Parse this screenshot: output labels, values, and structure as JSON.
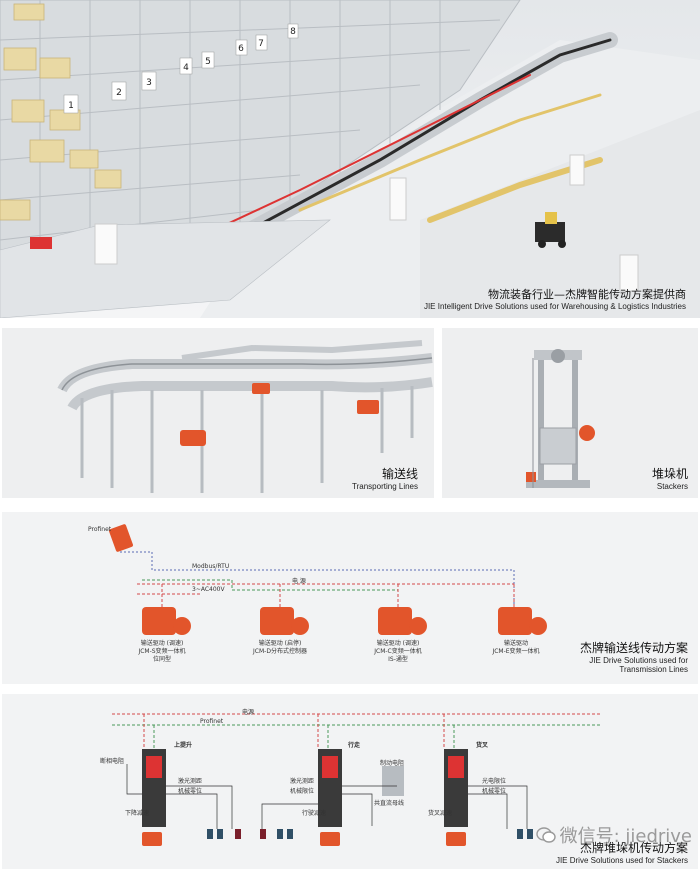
{
  "panel1": {
    "caption_zh": "物流装备行业—杰牌智能传动方案提供商",
    "caption_en": "JIE Intelligent Drive Solutions used for Warehousing & Logistics Industries",
    "rack_numbers": [
      "1",
      "2",
      "3",
      "4",
      "5",
      "6",
      "7",
      "8"
    ]
  },
  "panel2": {
    "caption_zh": "输送线",
    "caption_en": "Transporting Lines"
  },
  "panel3": {
    "caption_zh": "堆垛机",
    "caption_en": "Stackers"
  },
  "panel4": {
    "caption_zh": "杰牌输送线传动方案",
    "caption_en_1": "JIE Drive Solutions used for",
    "caption_en_2": "Transmission Lines",
    "bus_profinet": "Profinet",
    "bus_modbus": "Modbus/RTU",
    "bus_power_zh": "电 源",
    "bus_power": "3~AC400V",
    "drives": [
      {
        "line1": "输送驱动 (调速)",
        "line2": "JCM-S变频一体机",
        "line3": "位同型"
      },
      {
        "line1": "输送驱动 (启停)",
        "line2": "JCM-D分布式控制器",
        "line3": ""
      },
      {
        "line1": "输送驱动 (调速)",
        "line2": "JCM-C变频一体机",
        "line3": "IS-通型"
      },
      {
        "line1": "输送驱动",
        "line2": "JCM-E变频一体机",
        "line3": ""
      }
    ]
  },
  "panel5": {
    "caption_zh": "杰牌堆垛机传动方案",
    "caption_en": "JIE Drive Solutions used for Stackers",
    "bus_power": "电源",
    "bus_profinet": "Profinet",
    "units": [
      {
        "title": "上提升",
        "a": "激光测距",
        "b": "机械零位",
        "c": "下降减速",
        "left": "断相电阻"
      },
      {
        "title": "行走",
        "a": "激光测距",
        "b": "机械限位",
        "c": "行驶减速",
        "left": ""
      },
      {
        "title": "货叉",
        "a": "光电限位",
        "b": "机械零位",
        "c": "货叉减速",
        "left": ""
      }
    ],
    "mid_label_1": "制动电阻",
    "mid_label_2": "共直流母线"
  },
  "watermark": {
    "text": "微信号: jiedrive"
  },
  "colors": {
    "drive_orange": "#e2552b",
    "cabinet_dark": "#3a3a3a",
    "power_red": "#d44a4a",
    "bus_blue": "#5b6bb5",
    "bus_green": "#4a9a5a"
  }
}
